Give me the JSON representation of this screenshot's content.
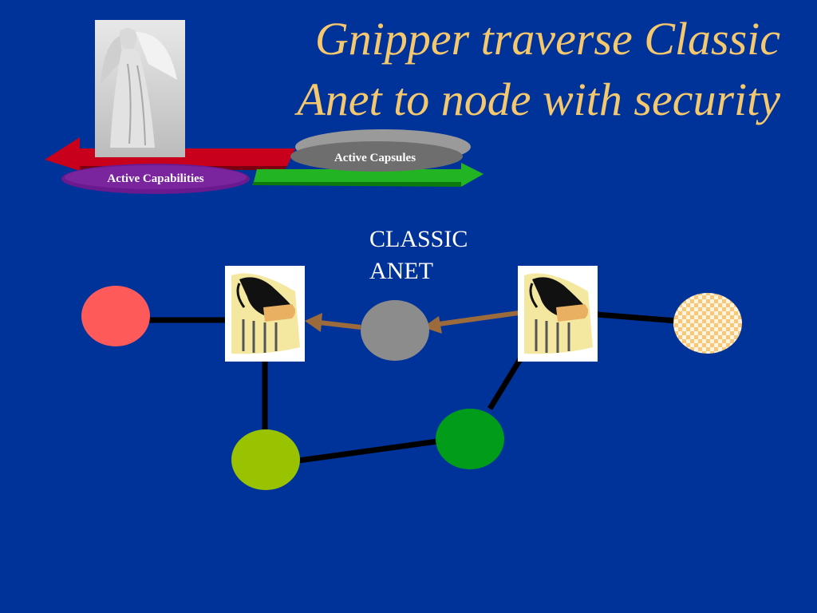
{
  "slide": {
    "title_line_1": "Gnipper traverse Classic",
    "title_line_2": "Anet to node with security"
  },
  "banner": {
    "active_capsules_label": "Active Capsules",
    "active_capabilities_label": "Active Capabilities"
  },
  "network": {
    "label_line_1": "CLASSIC",
    "label_line_2": "ANET"
  },
  "colors": {
    "background": "#003399",
    "title": "#f6c86e",
    "node_red": "#ff5a5a",
    "node_gray": "#8c8c8c",
    "node_lime": "#99c200",
    "node_green": "#009c1a",
    "node_checkered": "#f8c878",
    "arrow_brown": "#9c6b3c",
    "link_black": "#000000"
  }
}
